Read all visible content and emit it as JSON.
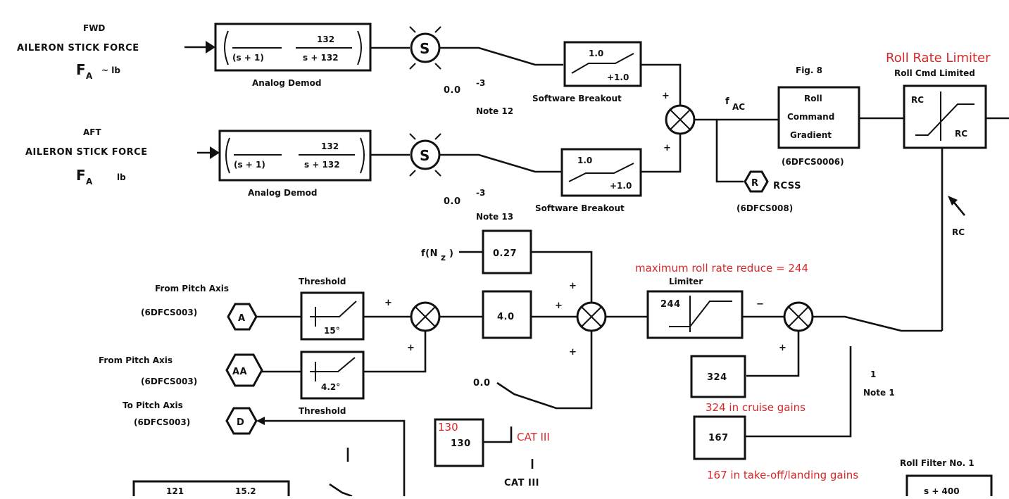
{
  "inputs": {
    "fwd_label": "FWD",
    "fwd_force": "AILERON STICK FORCE",
    "fwd_symbol": "F",
    "fwd_sub": "A",
    "fwd_unit": "~ lb",
    "aft_label": "AFT",
    "aft_force": "AILERON STICK FORCE",
    "aft_symbol": "F",
    "aft_sub": "A",
    "aft_unit": "lb"
  },
  "filters": {
    "top_num": "(s + 1)",
    "top_num2": "132",
    "top_den2": "s + 132",
    "top_label": "Analog Demod",
    "bot_num2": "132",
    "bot_den2": "s + 132",
    "bot_label": "Analog Demod"
  },
  "switches": {
    "s_label": "S",
    "top_value": "0.0",
    "top_exp": "-3",
    "top_note": "Note 12",
    "bot_value": "0.0",
    "bot_exp": "-3",
    "bot_note": "Note 13"
  },
  "breakouts": {
    "top_upper": "1.0",
    "top_lower": "+1.0",
    "top_label": "Software Breakout",
    "bot_upper": "1.0",
    "bot_lower": "+1.0",
    "bot_label": "Software Breakout"
  },
  "summing": {
    "fac_label": "f",
    "fac_sub": "AC",
    "plus": "+",
    "minus": "−"
  },
  "command": {
    "fig": "Fig. 8",
    "line1": "Roll",
    "line2": "Command",
    "line3": "Gradient",
    "ref": "(6DFCS0006)",
    "r_label": "R",
    "r_name": "RCSS",
    "r_ref": "(6DFCS008)"
  },
  "limiter": {
    "title": "Roll Rate Limiter",
    "subtitle": "Roll Cmd Limited",
    "upper": "RC",
    "lower": "RC",
    "rc_label": "RC"
  },
  "lower_path": {
    "f_label": "f(N",
    "f_sub": "z",
    "f_end": ")",
    "gain_027": "0.27",
    "gain_40": "4.0",
    "from_pitch_a": "From Pitch Axis",
    "from_pitch_a_ref": "(6DFCS003)",
    "a_label": "A",
    "threshold_a_title": "Threshold",
    "threshold_a_value": "15°",
    "from_pitch_aa": "From Pitch Axis",
    "from_pitch_aa_ref": "(6DFCS003)",
    "aa_label": "AA",
    "threshold_aa_title": "Threshold",
    "threshold_aa_value": "4.2°",
    "to_pitch": "To Pitch Axis",
    "to_pitch_ref": "(6DFCS003)",
    "d_label": "D",
    "zero": "0.0",
    "limiter_value": "244",
    "limiter_title": "Limiter",
    "gain_324": "324",
    "gain_167": "167",
    "gain_130": "130",
    "gain_130_orig": "130",
    "cat3": "CAT III",
    "note_1": "Note 1",
    "note_small": "1"
  },
  "bottom": {
    "box_a": "121",
    "box_b": "15.2",
    "roll_filter": "Roll Filter No. 1",
    "roll_filter_val": "s + 400"
  },
  "annotations": {
    "roll_rate_limiter": "Roll Rate Limiter",
    "max_roll": "maximum roll rate reduce = 244",
    "cruise": "324 in cruise gains",
    "cat3": "CAT III",
    "takeoff": "167 in take-off/landing gains",
    "box_130": "130"
  },
  "colors": {
    "ink": "#111111",
    "annotation": "#d62828",
    "background": "#ffffff"
  }
}
